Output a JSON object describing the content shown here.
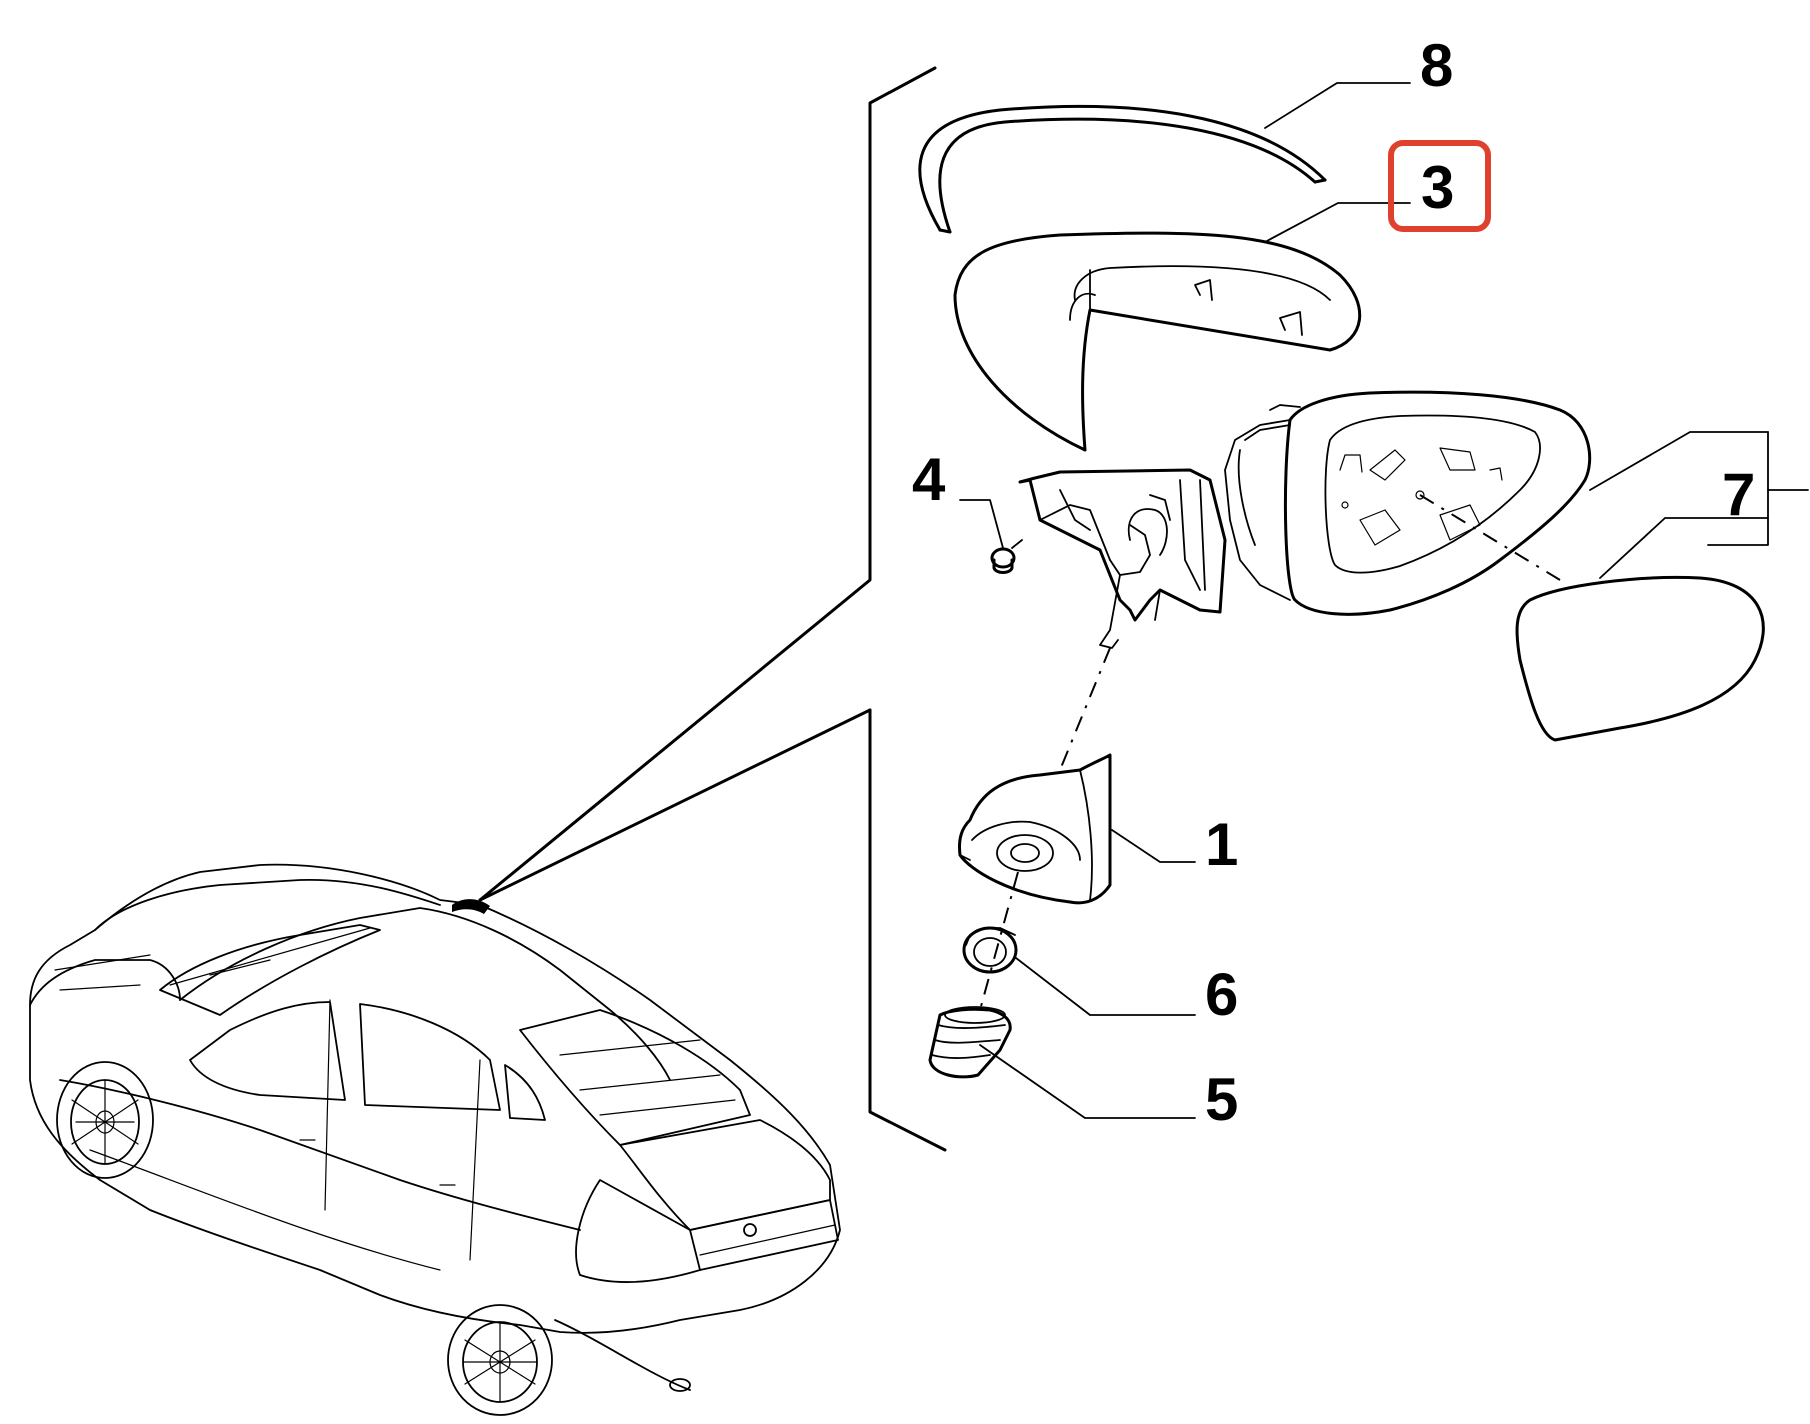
{
  "callouts": [
    {
      "id": "1",
      "label": "1",
      "highlighted": false
    },
    {
      "id": "3",
      "label": "3",
      "highlighted": true
    },
    {
      "id": "4",
      "label": "4",
      "highlighted": false
    },
    {
      "id": "5",
      "label": "5",
      "highlighted": false
    },
    {
      "id": "6",
      "label": "6",
      "highlighted": false
    },
    {
      "id": "7",
      "label": "7",
      "highlighted": false
    },
    {
      "id": "8",
      "label": "8",
      "highlighted": false
    }
  ],
  "colors": {
    "line": "#000000",
    "background": "#ffffff",
    "highlight": "#e0412e"
  },
  "icons": [
    "car-icon",
    "mirror-assembly-icon"
  ]
}
